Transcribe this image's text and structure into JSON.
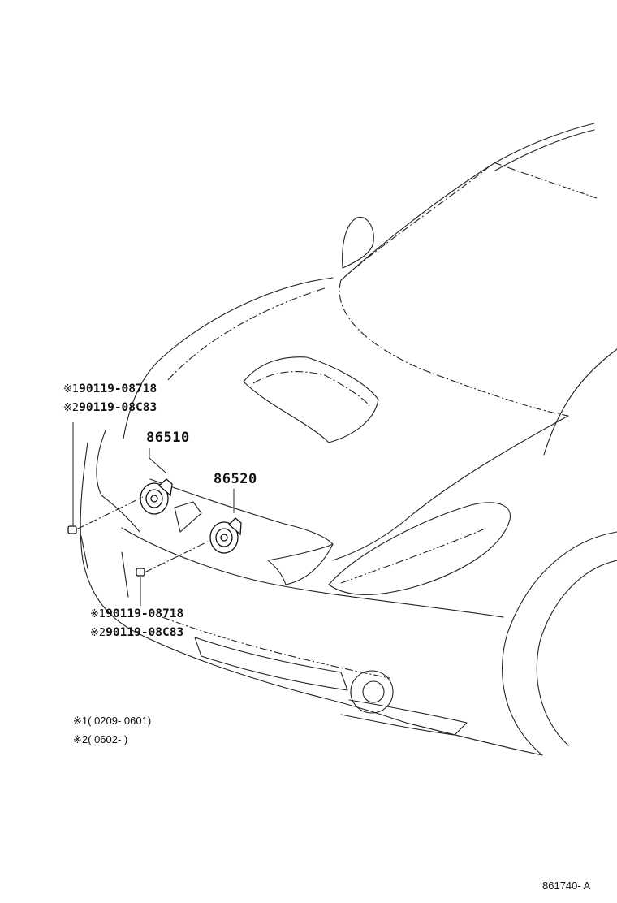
{
  "parts": {
    "horn_high": "86510",
    "horn_low": "86520"
  },
  "bolt_refs": {
    "upper": [
      {
        "mark": "※1",
        "part": "90119-08718"
      },
      {
        "mark": "※2",
        "part": "90119-08C83"
      }
    ],
    "lower": [
      {
        "mark": "※1",
        "part": "90119-08718"
      },
      {
        "mark": "※2",
        "part": "90119-08C83"
      }
    ]
  },
  "notes": {
    "note1": "※1( 0209- 0601)",
    "note2": "※2( 0602-         )"
  },
  "figure_code": "861740- A"
}
